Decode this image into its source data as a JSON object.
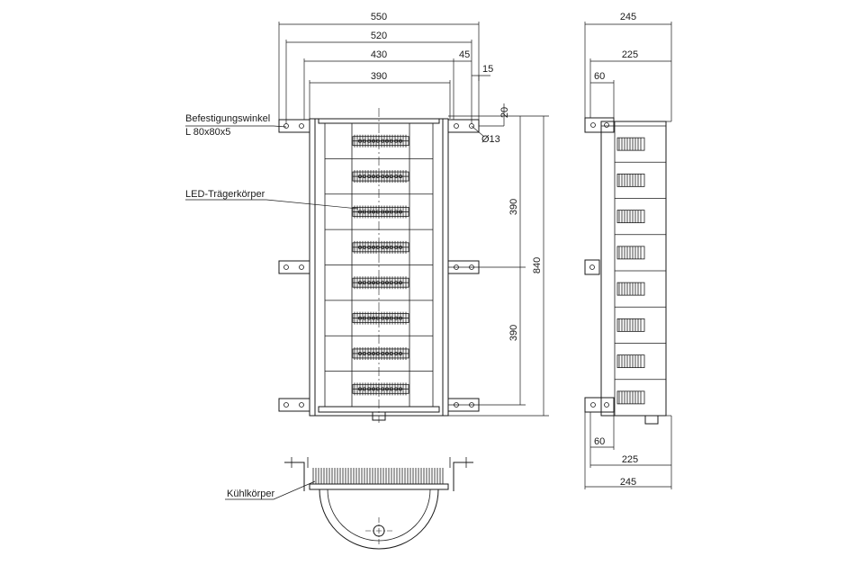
{
  "labels": {
    "bracket_line1": "Befestigungswinkel",
    "bracket_line2": "L 80x80x5",
    "led_carrier": "LED-Trägerkörper",
    "heatsink": "Kühlkörper",
    "hole": "Ø13"
  },
  "front_view": {
    "dim_550": "550",
    "dim_520": "520",
    "dim_430": "430",
    "dim_390_top": "390",
    "dim_45": "45",
    "dim_15": "15",
    "dim_20": "20",
    "dim_390_upper": "390",
    "dim_390_lower": "390",
    "dim_840": "840"
  },
  "side_view": {
    "dim_245_top": "245",
    "dim_225_top": "225",
    "dim_60_top": "60",
    "dim_60_bottom": "60",
    "dim_225_bottom": "225",
    "dim_245_bottom": "245"
  }
}
